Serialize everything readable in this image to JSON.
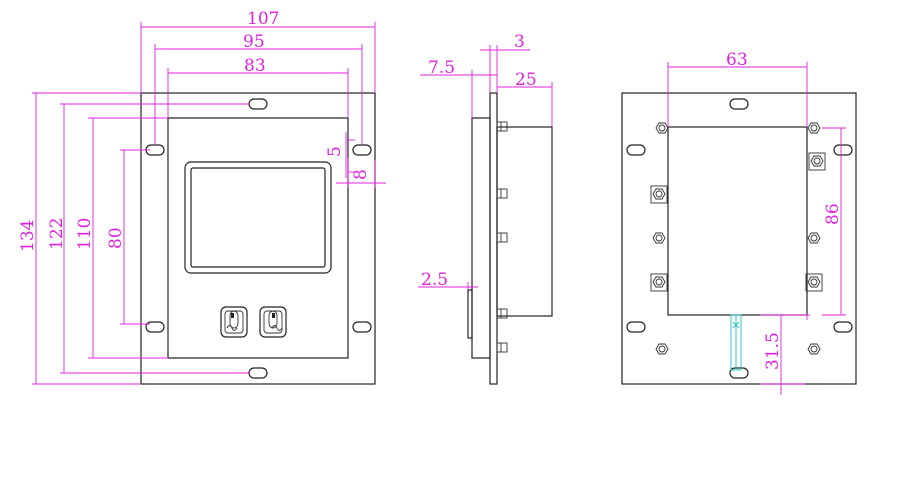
{
  "colors": {
    "dimension": "#e020e0",
    "outline": "#222222",
    "cable": "#20c0c8",
    "background": "#ffffff"
  },
  "front_view": {
    "dimensions": {
      "overall_width": "107",
      "hole_spacing_width": "95",
      "inner_width": "83",
      "overall_height": "134",
      "hole_spacing_height": "122",
      "inner_height": "110",
      "pad_height": "80",
      "hole_offset_small": "5",
      "hole_offset_side": "8"
    },
    "icons": [
      "mouse-left-button-icon",
      "mouse-right-button-icon"
    ]
  },
  "side_view": {
    "dimensions": {
      "panel_thickness": "3",
      "overall_depth": "7.5",
      "body_depth": "25",
      "lip": "2.5"
    }
  },
  "rear_view": {
    "dimensions": {
      "body_width": "63",
      "stud_spacing": "86",
      "cable_offset": "31.5"
    }
  }
}
